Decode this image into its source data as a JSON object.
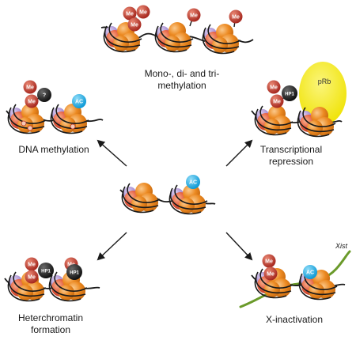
{
  "labels": {
    "top": "Mono-, di- and tri-",
    "top_line2": "methylation",
    "dna": "DNA methylation",
    "repression": "Transcriptional",
    "repression_line2": "repression",
    "heterochromatin": "Heterchromatin",
    "heterochromatin_line2": "formation",
    "x_inactivation": "X-inactivation"
  },
  "marks": {
    "me": "Me",
    "ac": "AC",
    "hp1": "HP1",
    "unknown": "?",
    "prb": "pRb",
    "xist": "Xist"
  },
  "colors": {
    "histone_orange": "#e98a1e",
    "histone_light": "#f5b070",
    "histone_red": "#e0533a",
    "histone_purple": "#a58ad0",
    "me_red": "#b8342a",
    "ac_blue": "#1fb0e8",
    "hp1_black": "#1e1e1e",
    "prb_yellow": "#f4ec1a",
    "xist_green": "#6a9a2a"
  }
}
